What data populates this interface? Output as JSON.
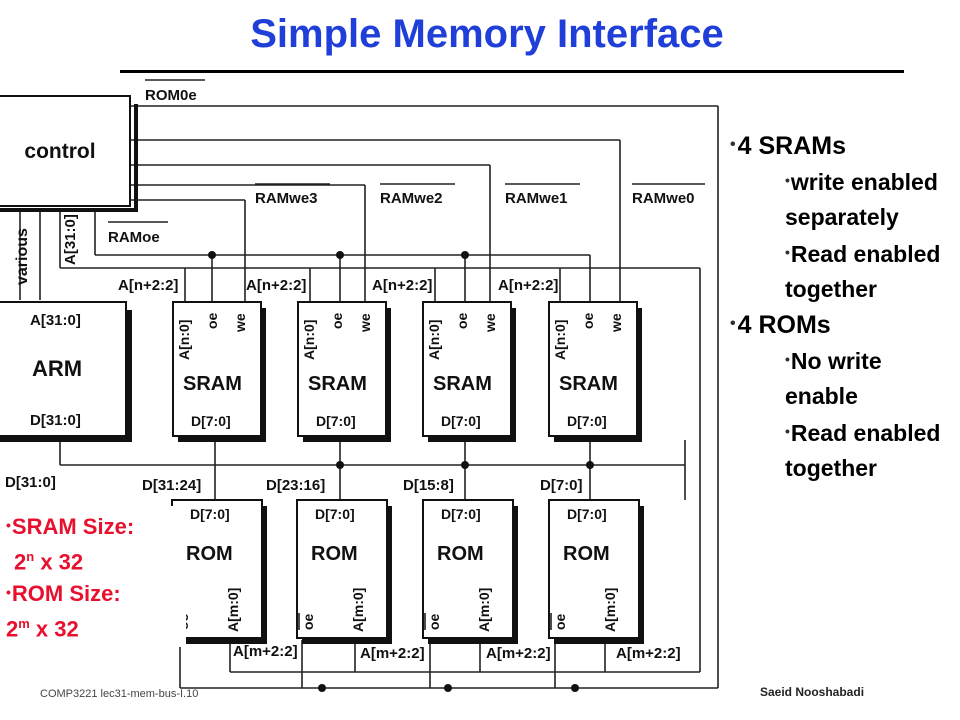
{
  "title": "Simple Memory Interface",
  "diagram": {
    "control_label": "control",
    "arm_label": "ARM",
    "arm_addr": "A[31:0]",
    "arm_data": "D[31:0]",
    "various_label": "various",
    "addr_bus_label": "A[31:0]",
    "rom_oe_signal": "ROM0e",
    "ram_oe_signal": "RAMoe",
    "ram_we_signals": [
      "RAMwe3",
      "RAMwe2",
      "RAMwe1",
      "RAMwe0"
    ],
    "sram_addr_bus": [
      "A[n+2:2]",
      "A[n+2:2]",
      "A[n+2:2]",
      "A[n+2:2]"
    ],
    "sram": {
      "label": "SRAM",
      "addr_pin": "A[n:0]",
      "oe_pin": "oe",
      "we_pin": "we",
      "data_pin": "D[7:0]"
    },
    "data_bus_main": "D[31:0]",
    "data_bus_slices": [
      "D[31:24]",
      "D[23:16]",
      "D[15:8]",
      "D[7:0]"
    ],
    "rom": {
      "label": "ROM",
      "data_pin": "D[7:0]",
      "addr_pin": "A[m:0]",
      "oe_pin": "oe"
    },
    "rom_addr_bus": [
      "A[m+2:2]",
      "A[m+2:2]",
      "A[m+2:2]",
      "A[m+2:2]"
    ]
  },
  "bullets": [
    {
      "text": "4 SRAMs",
      "sub": [
        "write enabled separately",
        "Read enabled together"
      ]
    },
    {
      "text": "4 ROMs",
      "sub": [
        "No write enable",
        "Read enabled together"
      ]
    }
  ],
  "size_note": {
    "sram_label": "SRAM Size:",
    "sram_base": "2",
    "sram_exp": "n",
    "sram_suffix": " x 32",
    "rom_label": "ROM Size:",
    "rom_base": "2",
    "rom_exp": "m",
    "rom_suffix": " x 32"
  },
  "footer": {
    "left": "COMP3221 lec31-mem-bus-I.10",
    "right": "Saeid Nooshabadi"
  }
}
